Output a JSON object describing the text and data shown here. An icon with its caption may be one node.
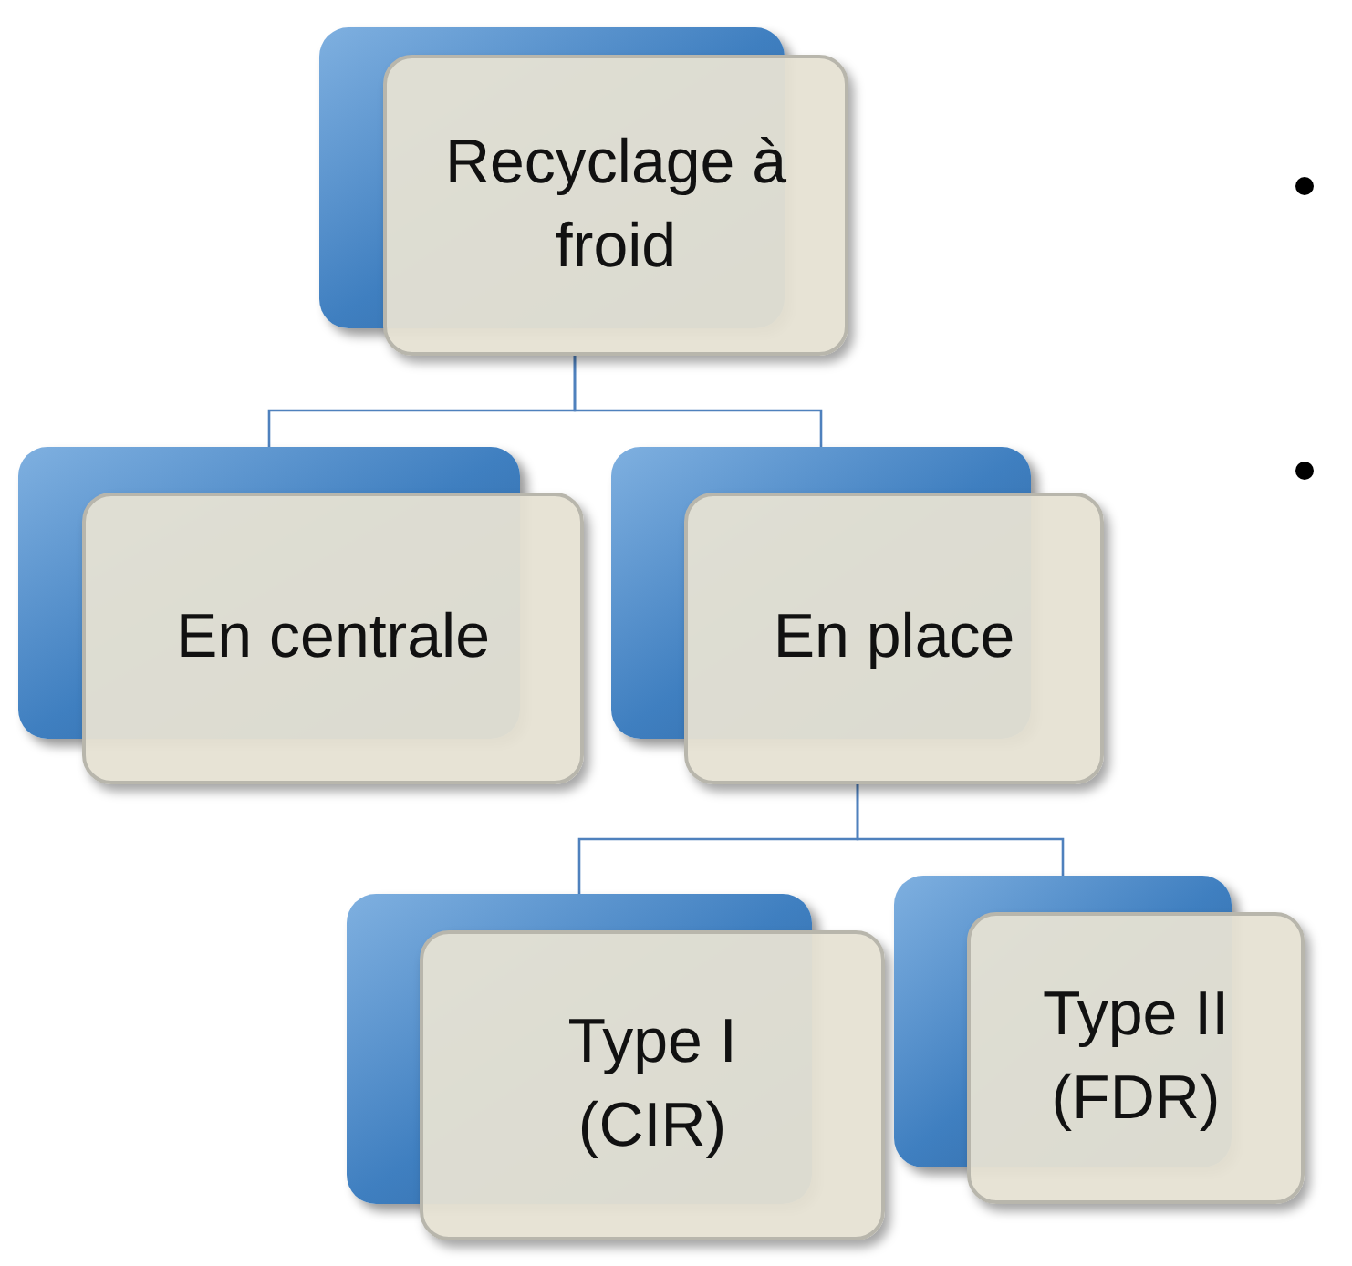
{
  "diagram": {
    "nodes": [
      {
        "text": [
          "Recyclage à froid"
        ]
      },
      {
        "text": [
          "En centrale"
        ]
      },
      {
        "text": [
          "En place"
        ]
      },
      {
        "text": [
          "Type I (CIR)"
        ]
      },
      {
        "text": [
          "Type II (FDR)"
        ]
      }
    ],
    "edges": [
      {
        "from": 0,
        "to": 1,
        "arrow": "none"
      },
      {
        "from": 0,
        "to": 2,
        "arrow": "none"
      },
      {
        "from": 2,
        "to": 3,
        "arrow": "none"
      },
      {
        "from": 2,
        "to": 4,
        "arrow": "none"
      }
    ]
  }
}
